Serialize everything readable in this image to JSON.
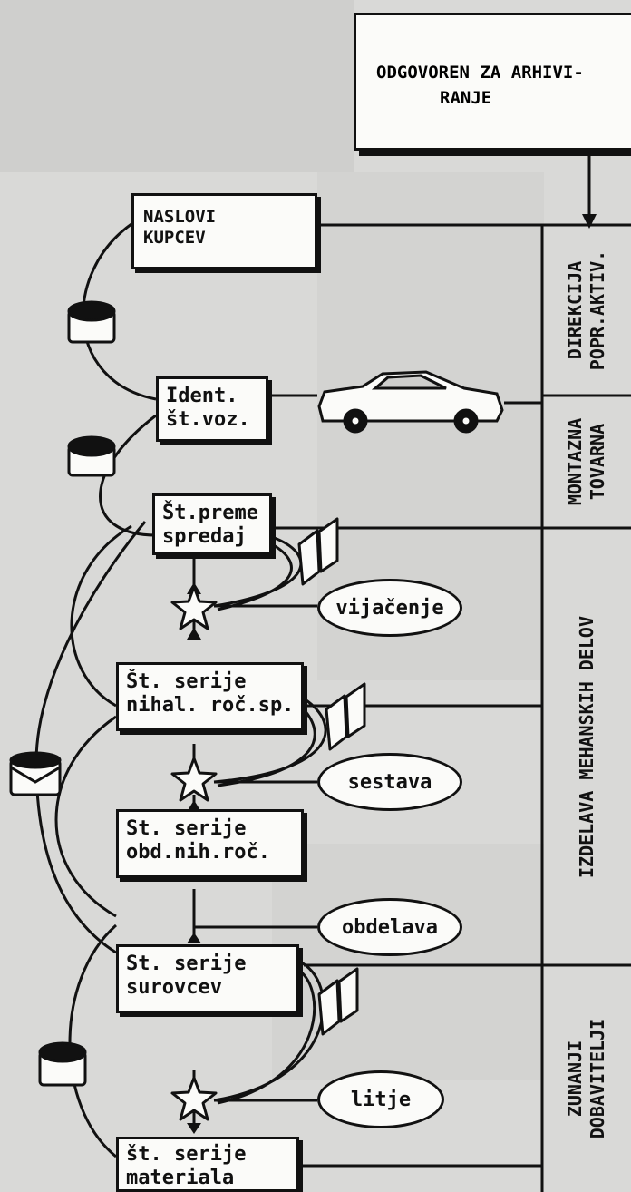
{
  "responsible_box": {
    "line1": "ODGOVOREN ZA ARHIVI-",
    "line2": "RANJE"
  },
  "departments": [
    {
      "key": "direkcija",
      "lines": [
        "DIREKCIJA",
        "POPR.AKTIV."
      ]
    },
    {
      "key": "montazna",
      "lines": [
        "MONTAZNA",
        "TOVARNA"
      ]
    },
    {
      "key": "izdelava",
      "lines": [
        "IZDELAVA MEHANSKIH DELOV"
      ]
    },
    {
      "key": "zunanji",
      "lines": [
        "ZUNANJI",
        "DOBAVITELJI"
      ]
    }
  ],
  "records": [
    {
      "key": "naslovi",
      "lines": [
        "NASLOVI",
        "KUPCEV"
      ]
    },
    {
      "key": "ident",
      "lines": [
        "Ident.",
        "št.voz."
      ]
    },
    {
      "key": "preme",
      "lines": [
        "Št.preme",
        "spredaj"
      ]
    },
    {
      "key": "nihal",
      "lines": [
        "Št. serije",
        "nihal. roč.sp."
      ]
    },
    {
      "key": "obd",
      "lines": [
        "St. serije",
        "obd.nih.roč."
      ]
    },
    {
      "key": "surovcev",
      "lines": [
        "St. serije",
        "surovcev"
      ]
    },
    {
      "key": "materiala",
      "lines": [
        "št. serije",
        "materiala"
      ]
    }
  ],
  "processes": [
    "vijačenje",
    "sestava",
    "obdelava",
    "litje"
  ],
  "icons": {
    "database": "database-icon",
    "star": "star-icon",
    "book": "book-icon",
    "car": "car-icon",
    "envelope": "envelope-icon"
  },
  "colors": {
    "ink": "#111111",
    "paper": "#fbfbf9",
    "background": "#d9d9d7"
  }
}
